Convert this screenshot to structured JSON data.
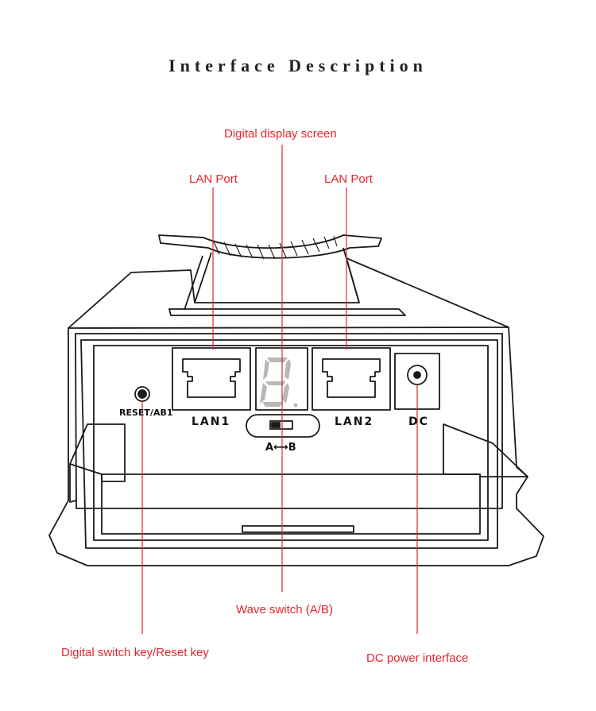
{
  "title": "Interface Description",
  "colors": {
    "callout": "#e3262d",
    "line": "#1a1a1a"
  },
  "callouts": {
    "digital_display": "Digital display screen",
    "lan_port_left": "LAN Port",
    "lan_port_right": "LAN Port",
    "wave_switch": "Wave switch (A/B)",
    "reset_key": "Digital switch key/Reset key",
    "dc_power": "DC power interface"
  },
  "device_labels": {
    "reset": "RESET/AB1",
    "lan1": "LAN1",
    "lan2": "LAN2",
    "dc": "DC",
    "switch_ab": "A⟷B"
  }
}
